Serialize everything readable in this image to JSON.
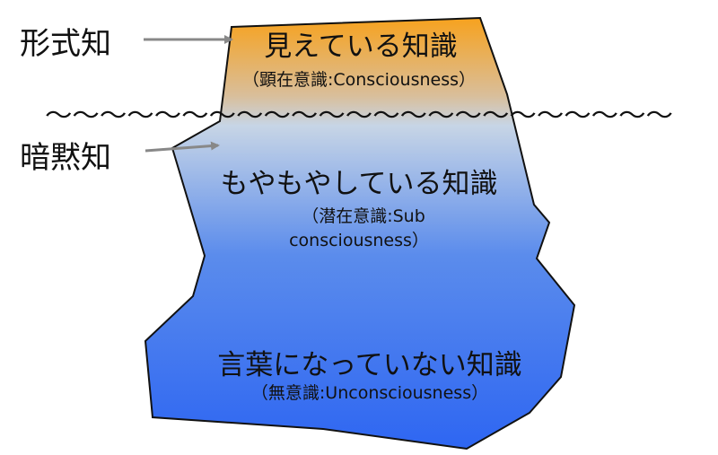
{
  "labels": {
    "explicit": "形式知",
    "tacit": "暗黙知"
  },
  "layers": {
    "visible": {
      "title": "見えている知識",
      "subtitle": "（顕在意識:Consciousness）"
    },
    "vague": {
      "title": "もやもやしている知識",
      "subtitle_line1": "（潜在意識:Sub",
      "subtitle_line2": "consciousness）"
    },
    "unspoken": {
      "title": "言葉になっていない知識",
      "subtitle": "（無意識:Unconsciousness）"
    }
  },
  "waterline": "～～～～～～～～～～～～～～～～～～～～～～～",
  "colors": {
    "visible_top": "#F7A21E",
    "visible_bottom": "#D9BE9A",
    "water_top": "#C7D5E6",
    "mid": "#5B8CEC",
    "deep": "#2E66F2",
    "arrow": "#888888",
    "outline": "#111111"
  }
}
